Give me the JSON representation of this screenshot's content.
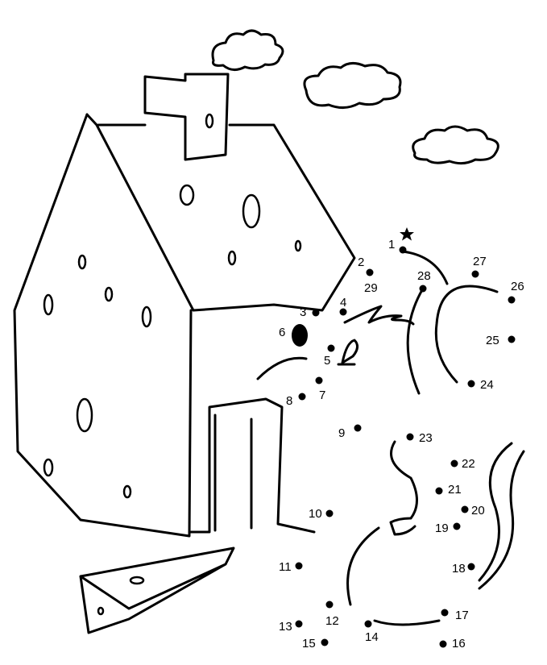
{
  "puzzle": {
    "start_marker": "star",
    "dots": [
      {
        "label": "1"
      },
      {
        "label": "2"
      },
      {
        "label": "3"
      },
      {
        "label": "4"
      },
      {
        "label": "5"
      },
      {
        "label": "6"
      },
      {
        "label": "7"
      },
      {
        "label": "8"
      },
      {
        "label": "9"
      },
      {
        "label": "10"
      },
      {
        "label": "11"
      },
      {
        "label": "12"
      },
      {
        "label": "13"
      },
      {
        "label": "14"
      },
      {
        "label": "15"
      },
      {
        "label": "16"
      },
      {
        "label": "17"
      },
      {
        "label": "18"
      },
      {
        "label": "19"
      },
      {
        "label": "20"
      },
      {
        "label": "21"
      },
      {
        "label": "22"
      },
      {
        "label": "23"
      },
      {
        "label": "24"
      },
      {
        "label": "25"
      },
      {
        "label": "26"
      },
      {
        "label": "27"
      },
      {
        "label": "28"
      },
      {
        "label": "29"
      }
    ]
  }
}
